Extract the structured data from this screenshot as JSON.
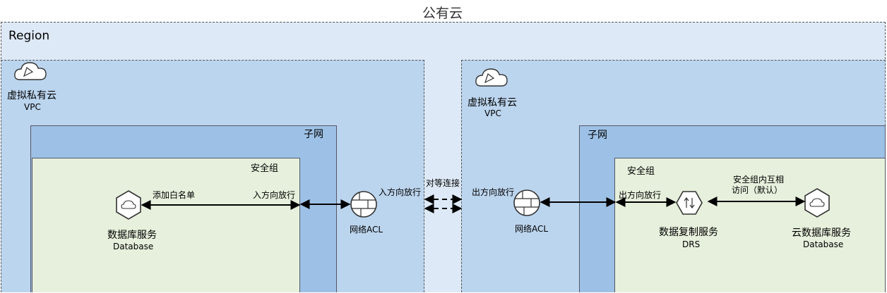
{
  "title": "公有云",
  "region": {
    "label": "Region"
  },
  "left_vpc": {
    "vpc_label": "虚拟私有云",
    "vpc_sub": "VPC",
    "subnet_label": "子网",
    "sg_label": "安全组",
    "db": {
      "label": "数据库服务",
      "sub": "Database"
    },
    "whitelist_label": "添加白名单",
    "inbound_label": "入方向放行",
    "acl_label": "网络ACL"
  },
  "peering": {
    "inbound_label": "入方向放行",
    "label": "对等连接"
  },
  "right_vpc": {
    "vpc_label": "虚拟私有云",
    "vpc_sub": "VPC",
    "subnet_label": "子网",
    "sg_label": "安全组",
    "acl_outbound_label": "出方向放行",
    "acl_label": "网络ACL",
    "sg_outbound_label": "出方向放行",
    "drs": {
      "label": "数据复制服务",
      "sub": "DRS"
    },
    "intra_label_1": "安全组内互相",
    "intra_label_2": "访问（默认）",
    "cloud_db": {
      "label": "云数据库服务",
      "sub": "Database"
    }
  },
  "colors": {
    "region_fill": "#dde9f6",
    "vpc_fill": "#bcd5ee",
    "subnet_fill": "#9dc1e6",
    "security_group_fill": "#e6f0dc"
  },
  "icons": [
    "cloud-icon",
    "database-icon",
    "firewall-icon",
    "drs-icon"
  ]
}
